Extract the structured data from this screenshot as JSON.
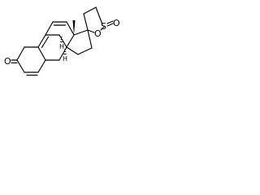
{
  "molecule": {
    "atoms": {
      "ketone_oxygen": "O",
      "ring_oxygen": "O",
      "sulfur": "S",
      "sulfinyl_oxygen": "O",
      "h_8": "H",
      "h_14": "H"
    },
    "colors": {
      "bond": "#000000",
      "background": "#ffffff"
    }
  }
}
